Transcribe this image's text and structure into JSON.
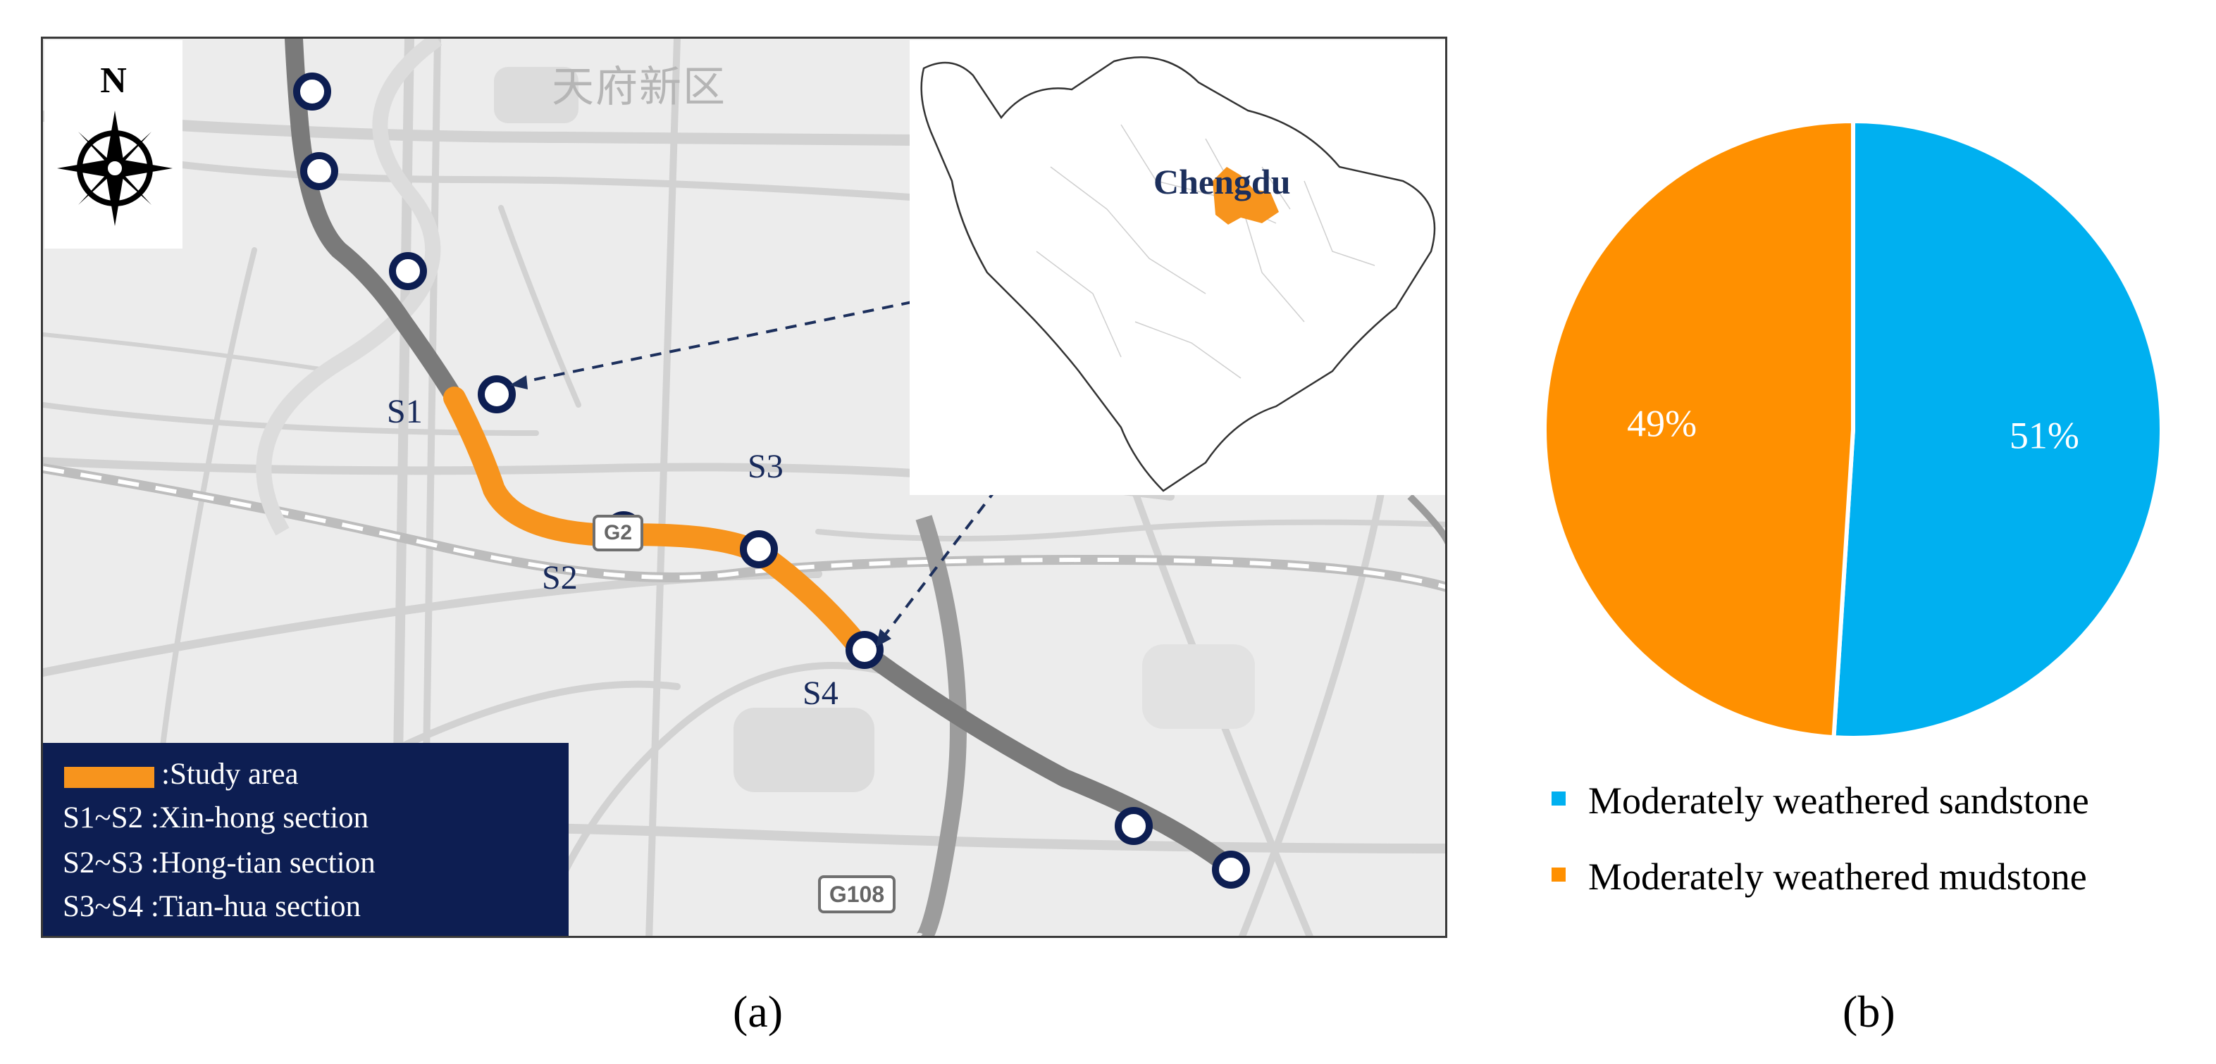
{
  "panel_a": {
    "caption": "(a)",
    "north": "N",
    "district_label": "天府新区",
    "inset_city": "Chengdu",
    "stations": [
      "S1",
      "S2",
      "S3",
      "S4"
    ],
    "road_shields": [
      "G2",
      "G108"
    ],
    "legend": {
      "study_area": ":Study area",
      "s1_s2": "S1~S2 :Xin-hong section",
      "s2_s3": "S2~S3 :Hong-tian section",
      "s3_s4": "S3~S4 :Tian-hua section"
    },
    "colors": {
      "study_area": "#f7941d",
      "line": "#7a7a7a",
      "station_ring": "#0d1e52",
      "legend_bg": "#0d1e52"
    }
  },
  "panel_b": {
    "caption": "(b)"
  },
  "chart_data": {
    "type": "pie",
    "title": "",
    "slices": [
      {
        "label": "Moderately weathered sandstone",
        "value": 51,
        "display": "51%",
        "color": "#00b0f0"
      },
      {
        "label": "Moderately weathered mudstone",
        "value": 49,
        "display": "49%",
        "color": "#ff9000"
      }
    ],
    "legend_position": "bottom"
  }
}
